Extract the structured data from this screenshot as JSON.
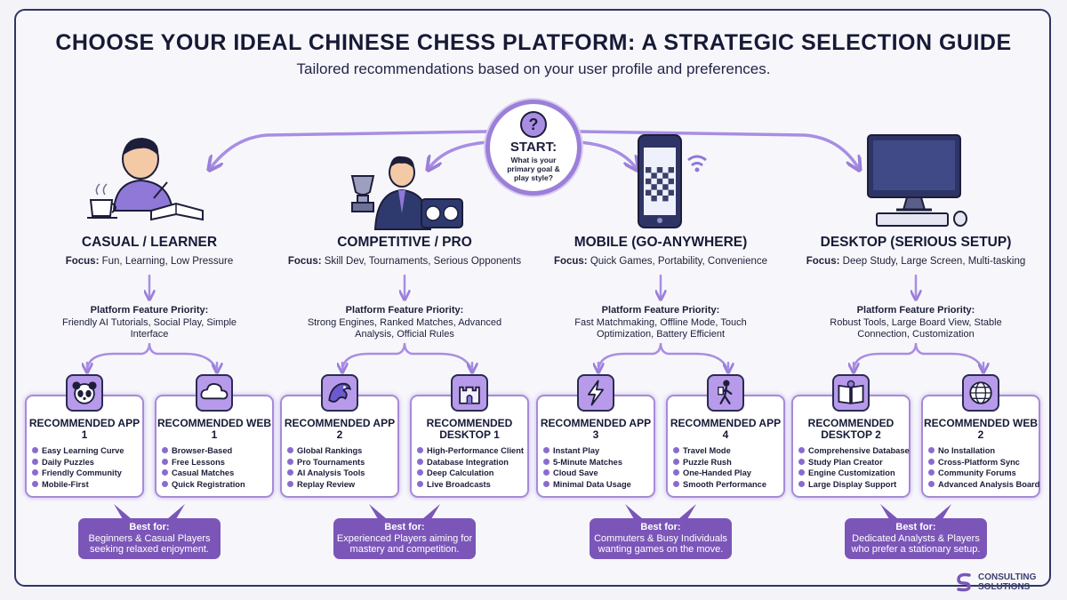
{
  "title": "CHOOSE YOUR IDEAL CHINESE CHESS PLATFORM: A STRATEGIC SELECTION GUIDE",
  "subtitle": "Tailored recommendations based on your user profile and preferences.",
  "start": {
    "label": "START:",
    "text": "What is your primary goal & play style?"
  },
  "columns": [
    {
      "title": "CASUAL / LEARNER",
      "focus_label": "Focus:",
      "focus": "Fun, Learning, Low Pressure",
      "priority_label": "Platform Feature Priority:",
      "priority": "Friendly AI Tutorials, Social Play, Simple Interface",
      "cards": [
        {
          "title": "RECOMMENDED APP 1",
          "icon": "panda-icon",
          "items": [
            "Easy Learning Curve",
            "Daily Puzzles",
            "Friendly Community",
            "Mobile-First"
          ]
        },
        {
          "title": "RECOMMENDED WEB 1",
          "icon": "cloud-icon",
          "items": [
            "Browser-Based",
            "Free Lessons",
            "Casual Matches",
            "Quick Registration"
          ]
        }
      ],
      "best_label": "Best for:",
      "best": "Beginners & Casual Players seeking relaxed enjoyment."
    },
    {
      "title": "COMPETITIVE / PRO",
      "focus_label": "Focus:",
      "focus": "Skill Dev, Tournaments, Serious Opponents",
      "priority_label": "Platform Feature Priority:",
      "priority": "Strong Engines, Ranked Matches, Advanced Analysis, Official Rules",
      "cards": [
        {
          "title": "RECOMMENDED APP 2",
          "icon": "dragon-icon",
          "items": [
            "Global Rankings",
            "Pro Tournaments",
            "AI Analysis Tools",
            "Replay Review"
          ]
        },
        {
          "title": "RECOMMENDED DESKTOP 1",
          "icon": "castle-icon",
          "items": [
            "High-Performance Client",
            "Database Integration",
            "Deep Calculation",
            "Live Broadcasts"
          ]
        }
      ],
      "best_label": "Best for:",
      "best": "Experienced Players aiming for mastery and competition."
    },
    {
      "title": "MOBILE (GO-ANYWHERE)",
      "focus_label": "Focus:",
      "focus": "Quick Games, Portability, Convenience",
      "priority_label": "Platform Feature Priority:",
      "priority": "Fast Matchmaking, Offline Mode, Touch Optimization, Battery Efficient",
      "cards": [
        {
          "title": "RECOMMENDED APP 3",
          "icon": "lightning-icon",
          "items": [
            "Instant Play",
            "5-Minute Matches",
            "Cloud Save",
            "Minimal Data Usage"
          ]
        },
        {
          "title": "RECOMMENDED APP 4",
          "icon": "hiker-icon",
          "items": [
            "Travel Mode",
            "Puzzle Rush",
            "One-Handed Play",
            "Smooth Performance"
          ]
        }
      ],
      "best_label": "Best for:",
      "best": "Commuters & Busy Individuals wanting games on the move."
    },
    {
      "title": "DESKTOP (SERIOUS SETUP)",
      "focus_label": "Focus:",
      "focus": "Deep Study, Large Screen, Multi-tasking",
      "priority_label": "Platform Feature Priority:",
      "priority": "Robust Tools, Large Board View, Stable Connection, Customization",
      "cards": [
        {
          "title": "RECOMMENDED DESKTOP 2",
          "icon": "book-gear-icon",
          "items": [
            "Comprehensive Database",
            "Study Plan Creator",
            "Engine Customization",
            "Large Display Support"
          ]
        },
        {
          "title": "RECOMMENDED WEB 2",
          "icon": "globe-icon",
          "items": [
            "No Installation",
            "Cross-Platform Sync",
            "Community Forums",
            "Advanced Analysis Board"
          ]
        }
      ],
      "best_label": "Best for:",
      "best": "Dedicated Analysts & Players who prefer a stationary setup."
    }
  ],
  "logo": {
    "line1": "CONSULTING",
    "line2": "SOLUTIONS"
  },
  "colors": {
    "accent": "#9b7fd8",
    "dark": "#1d1e3a",
    "best_bg": "#7b56b8"
  }
}
